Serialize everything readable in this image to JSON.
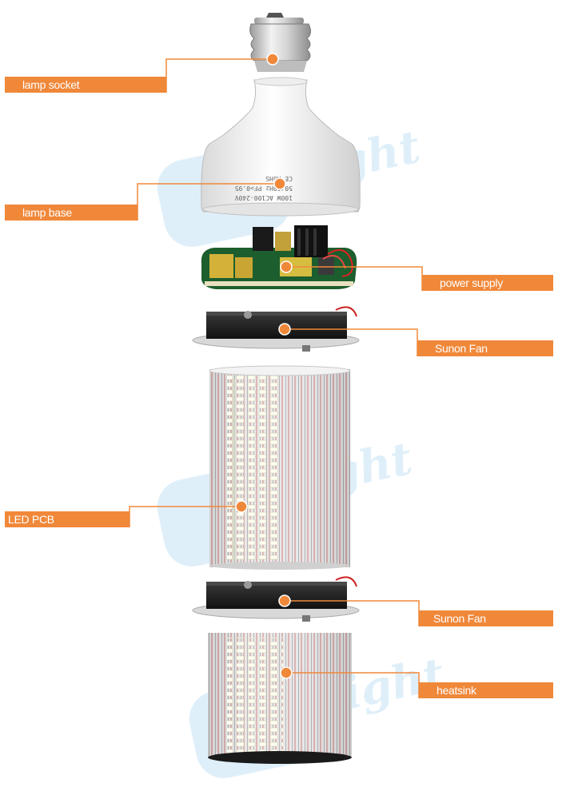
{
  "accent_color": "#f0883a",
  "watermark": "light",
  "base_print": {
    "line1": "100W AC100-240V",
    "line2": "50/60Hz PF>0.95",
    "line3": "CE RoHS"
  },
  "labels": {
    "lamp_socket": "lamp socket",
    "lamp_base": "lamp base",
    "power_supply": "power supply",
    "fan_top": "Sunon Fan",
    "led_pcb": "LED PCB",
    "fan_bottom": "Sunon Fan",
    "heatsink": "heatsink"
  }
}
